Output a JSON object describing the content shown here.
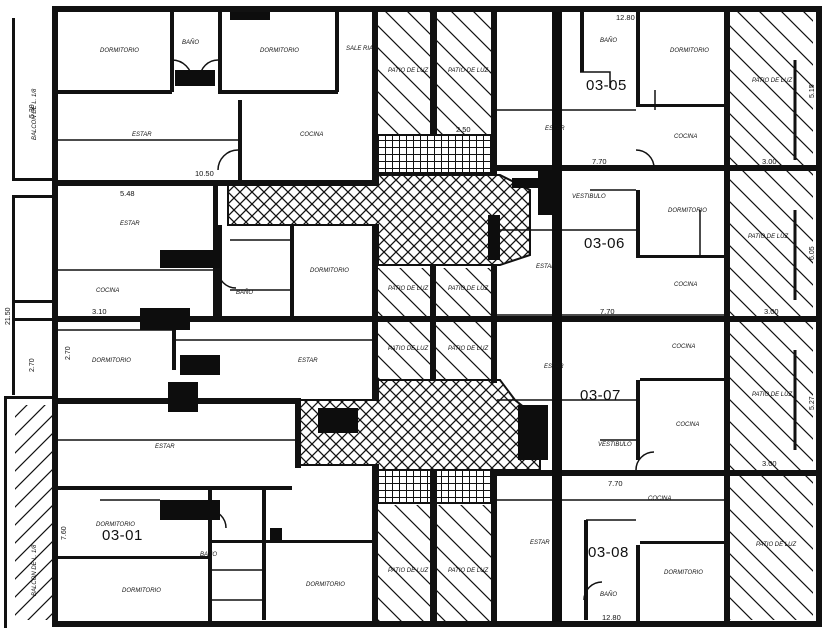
{
  "units": {
    "u0301": "03-01",
    "u0305": "03-05",
    "u0306": "03-06",
    "u0307": "03-07",
    "u0308": "03-08"
  },
  "rooms": {
    "dormitorio": "DORMITORIO",
    "bano": "BAÑO",
    "estar": "ESTAR",
    "cocina": "COCINA",
    "vestibulo": "VESTIBULO",
    "patio_de_luz": "PATIO DE LUZ",
    "sale_ria": "SALE RIA",
    "balcon": "BALCON DE L. 1/8"
  },
  "dims": {
    "d1050": "10.50",
    "d1280a": "12.80",
    "d1280b": "12.80",
    "d770a": "7.70",
    "d770b": "7.70",
    "d770c": "7.70",
    "d300a": "3.00",
    "d300b": "3.00",
    "d300c": "3.00",
    "d2150": "21.50",
    "d605": "6.05",
    "d527": "5.27",
    "d515": "5.15",
    "d548": "5.48",
    "d530": "5.30",
    "d270a": "2.70",
    "d270b": "2.70",
    "d250": "2.50",
    "d760": "7.60",
    "d310": "3.10"
  }
}
